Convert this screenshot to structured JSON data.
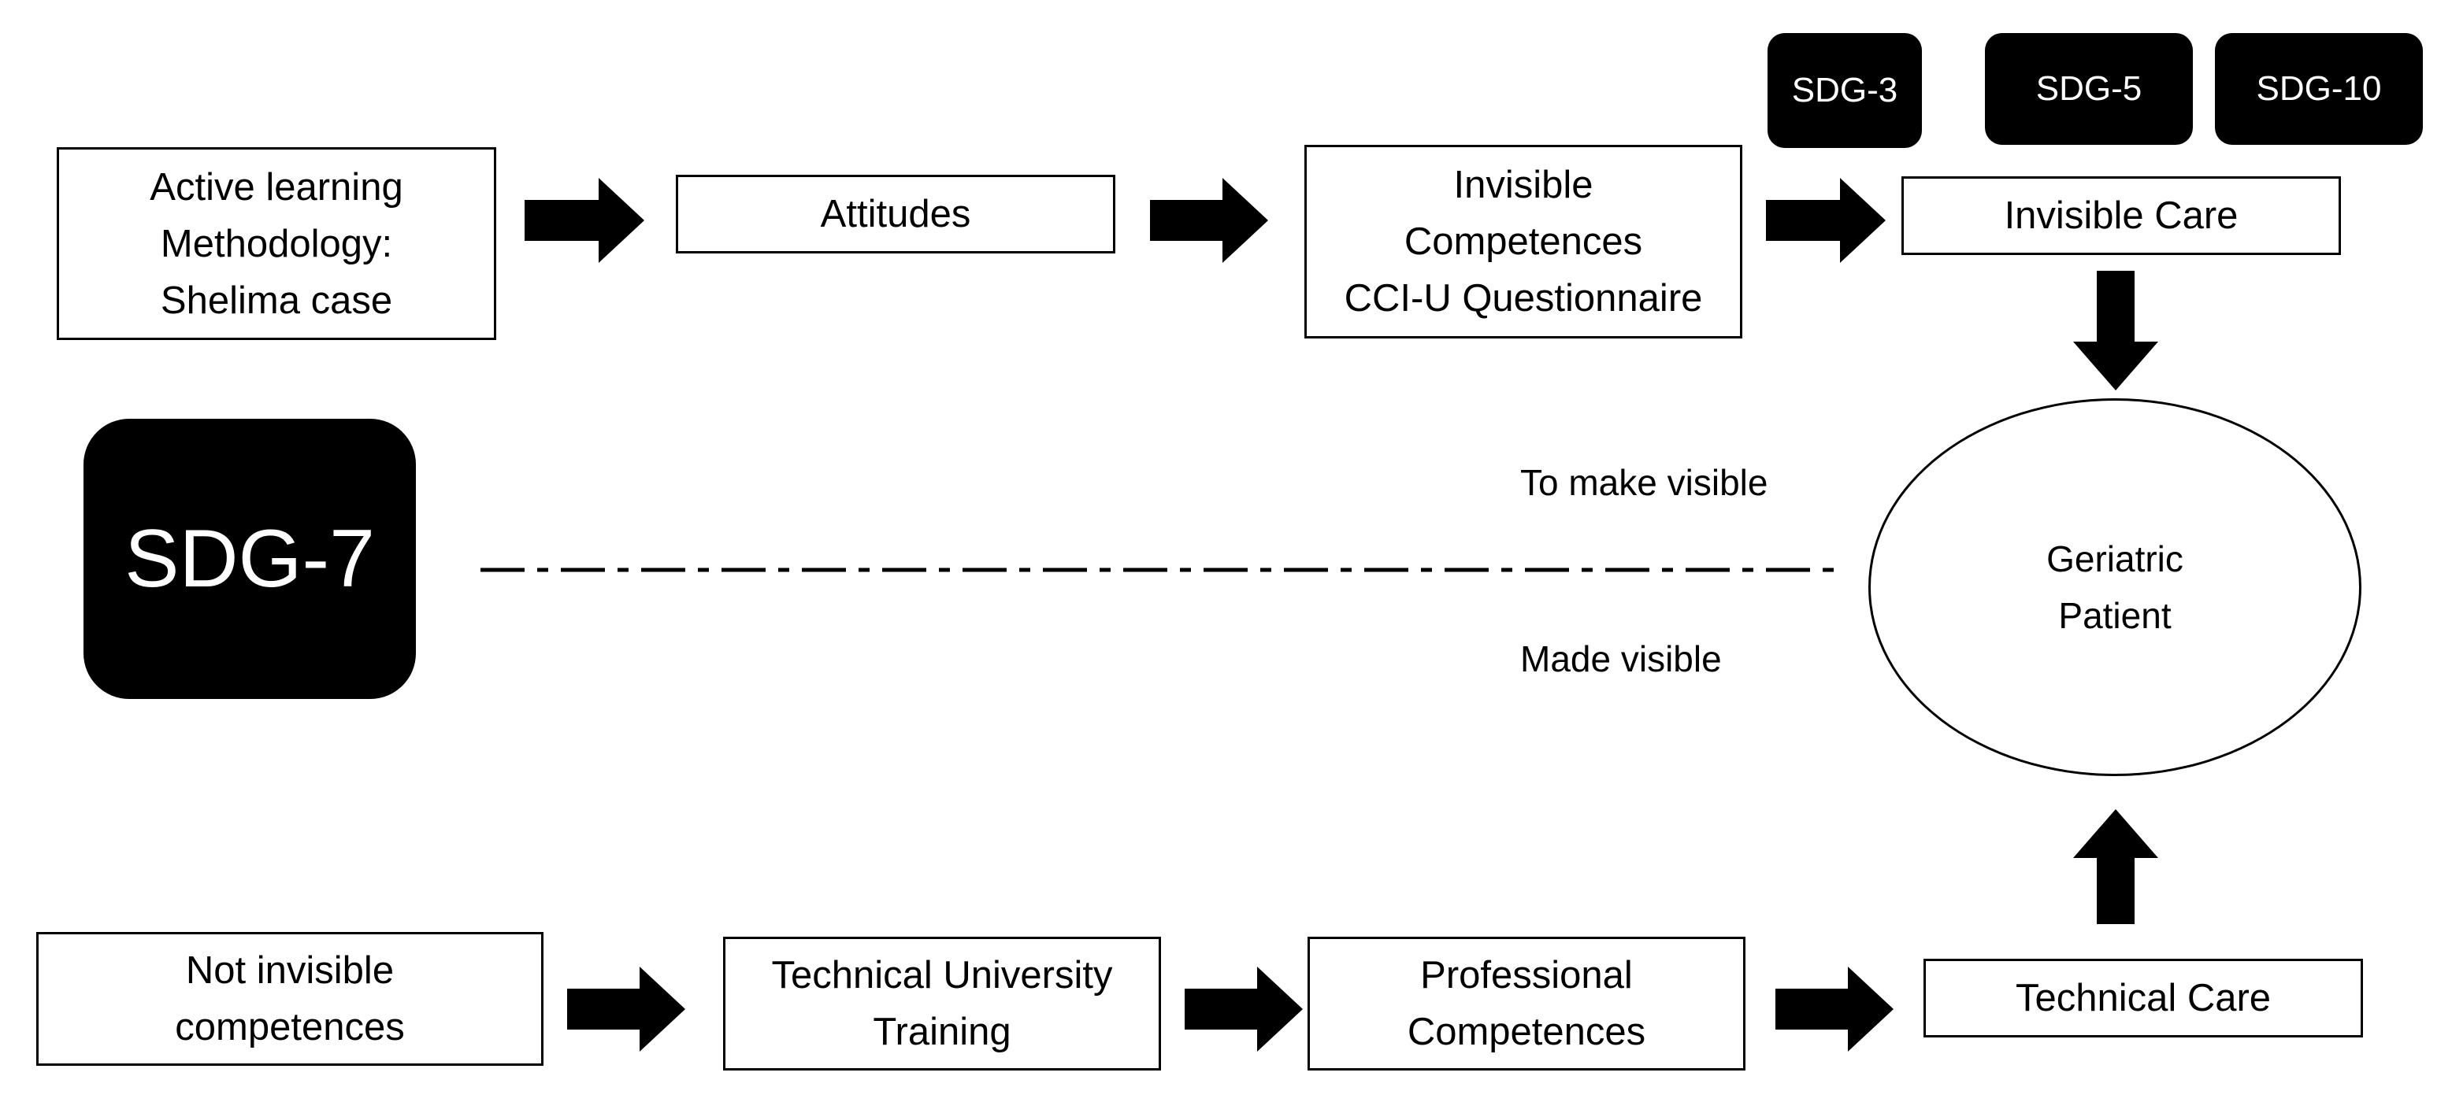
{
  "top_row": {
    "active_learning": "Active learning\nMethodology:\nShelima case",
    "attitudes": "Attitudes",
    "invisible_competences": "Invisible\nCompetences\nCCI-U Questionnaire",
    "invisible_care": "Invisible Care"
  },
  "sdg_badges": [
    "SDG-3",
    "SDG-5",
    "SDG-10"
  ],
  "sdg_main": "SDG-7",
  "middle": {
    "to_make_visible": "To make visible",
    "made_visible": "Made visible",
    "patient": "Geriatric\nPatient"
  },
  "bottom_row": {
    "not_invisible": "Not invisible\ncompetences",
    "technical_training": "Technical University\nTraining",
    "professional": "Professional\nCompetences",
    "technical_care": "Technical Care"
  },
  "colors": {
    "stroke": "#000000",
    "badge_fill": "#000000",
    "badge_text": "#ffffff"
  }
}
